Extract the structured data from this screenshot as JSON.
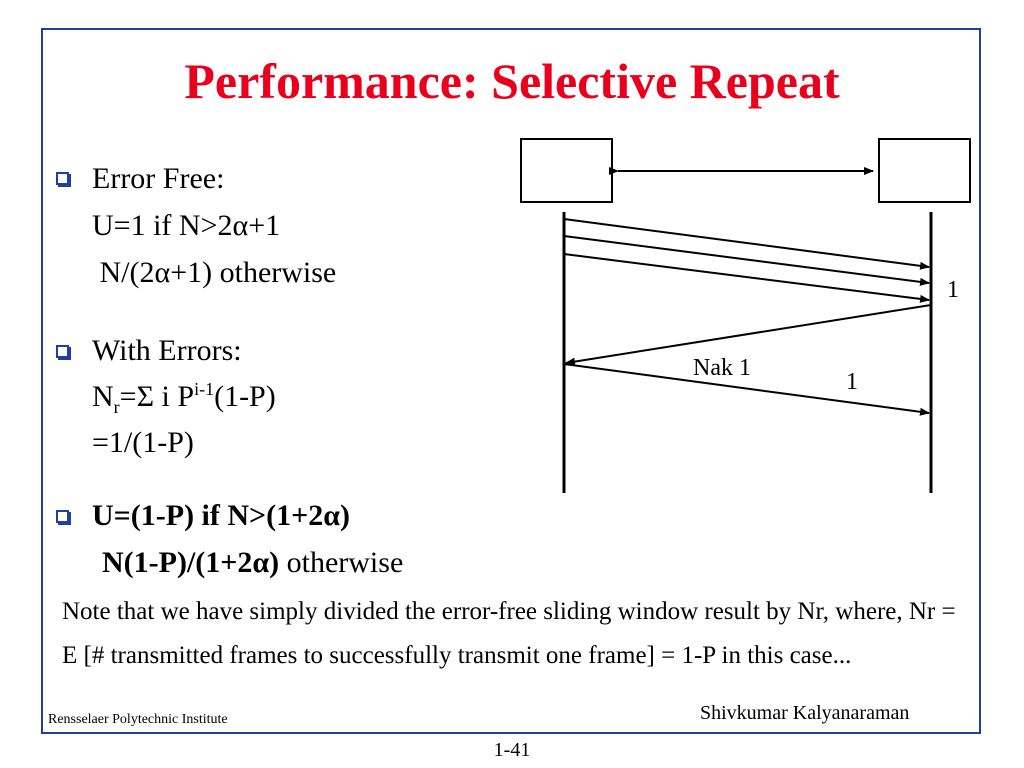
{
  "slide": {
    "title": "Performance: Selective Repeat",
    "bullets": [
      {
        "heading": "Error Free:",
        "lines": [
          "U=1 if N>2α+1",
          " N/(2α+1) otherwise"
        ]
      },
      {
        "heading": "With Errors:",
        "nr_base": "N",
        "nr_sub": "r",
        "nr_mid": "=Σ i P",
        "nr_sup": "i-1",
        "nr_tail": "(1-P)",
        "line2": "=1/(1-P)"
      },
      {
        "heading": "U=(1-P) if N>(1+2α)",
        "line2_bold": "N(1-P)/(1+2α)",
        "line2_normal": " otherwise"
      }
    ],
    "note": "Note that we have simply divided the error-free sliding window result by Nr, where, Nr = E [# transmitted frames to successfully transmit one frame] = 1-P in this case...",
    "footer_left": "Rensselaer Polytechnic Institute",
    "footer_right": "Shivkumar Kalyanaraman",
    "page_number": "1-41"
  },
  "diagram": {
    "label_lost": "1",
    "label_nak": "Nak 1",
    "label_retx": "1"
  },
  "colors": {
    "title": "#e8001c",
    "border": "#1f3fa3",
    "text": "#000000"
  },
  "icons": [
    "hollow-square-bullet-icon",
    "double-arrow-icon"
  ]
}
